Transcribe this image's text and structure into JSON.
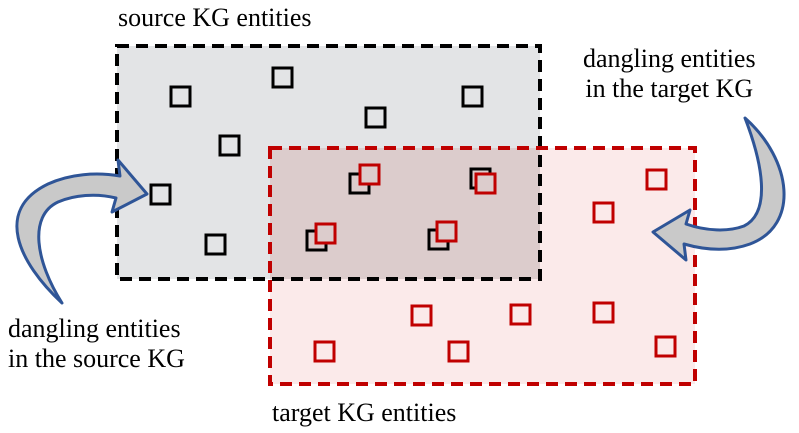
{
  "labels": {
    "source_title": "source KG entities",
    "target_title": "target KG entities",
    "dangling_target_line1": "dangling entities",
    "dangling_target_line2": "in the target KG",
    "dangling_source_line1": "dangling entities",
    "dangling_source_line2": "in the source KG"
  },
  "colors": {
    "source_border": "#000000",
    "source_fill": "#e3e4e6",
    "target_border": "#c00000",
    "target_fill": "#fbeaea",
    "overlap_fill": "#dccccc",
    "arrow_stroke": "#2f5597",
    "arrow_fill": "#c9c9c9"
  }
}
